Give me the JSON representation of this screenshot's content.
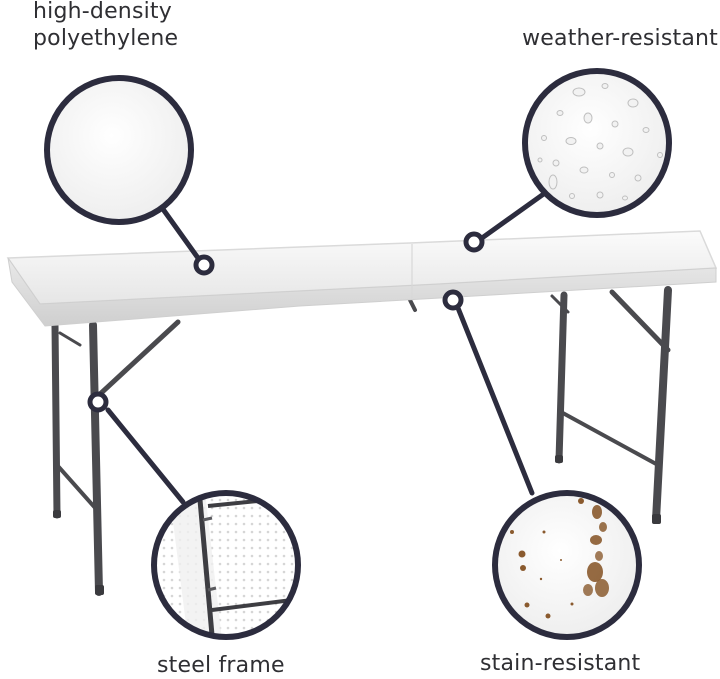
{
  "features": [
    {
      "key": "hdpe",
      "lines": [
        "high-density",
        "polyethylene"
      ]
    },
    {
      "key": "weather",
      "lines": [
        "weather-resistant"
      ]
    },
    {
      "key": "steel",
      "lines": [
        "steel frame"
      ]
    },
    {
      "key": "stain",
      "lines": [
        "stain-resistant"
      ]
    }
  ],
  "colors": {
    "callout_ring": "#2c2c3e",
    "table_top": "#f4f4f4",
    "frame": "#4a4a4e",
    "stain": "#8a5a2e",
    "label_text": "#2f2f33"
  }
}
